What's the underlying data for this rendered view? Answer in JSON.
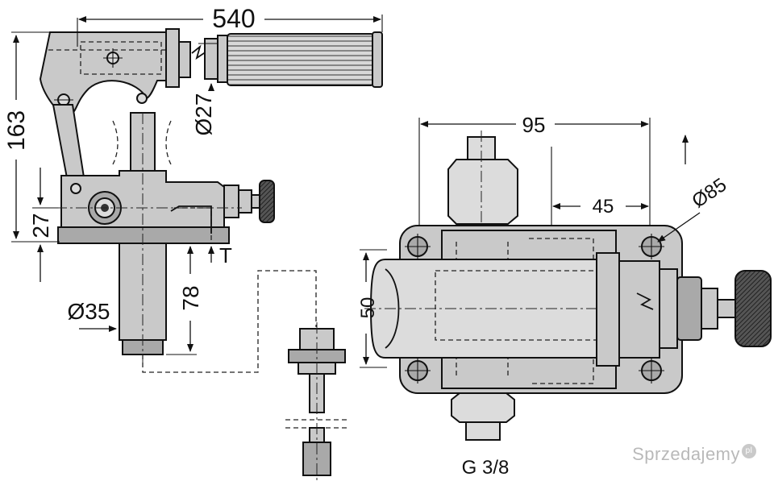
{
  "dimensions": {
    "lever_length": "540",
    "height_total": "163",
    "handle_diameter": "Ø27",
    "base_height": "27",
    "tank_port": "T",
    "plunger_length": "78",
    "plunger_diameter": "Ø35",
    "body_width": "95",
    "hole_spacing": "45",
    "mount_diameter": "Ø85",
    "body_height": "50",
    "port_thread": "G 3/8"
  },
  "watermark": {
    "text": "Sprzedajemy",
    "badge": "pl"
  },
  "colors": {
    "body": "#c9c9c9",
    "line": "#111111",
    "watermark": "#b9b9b9"
  }
}
